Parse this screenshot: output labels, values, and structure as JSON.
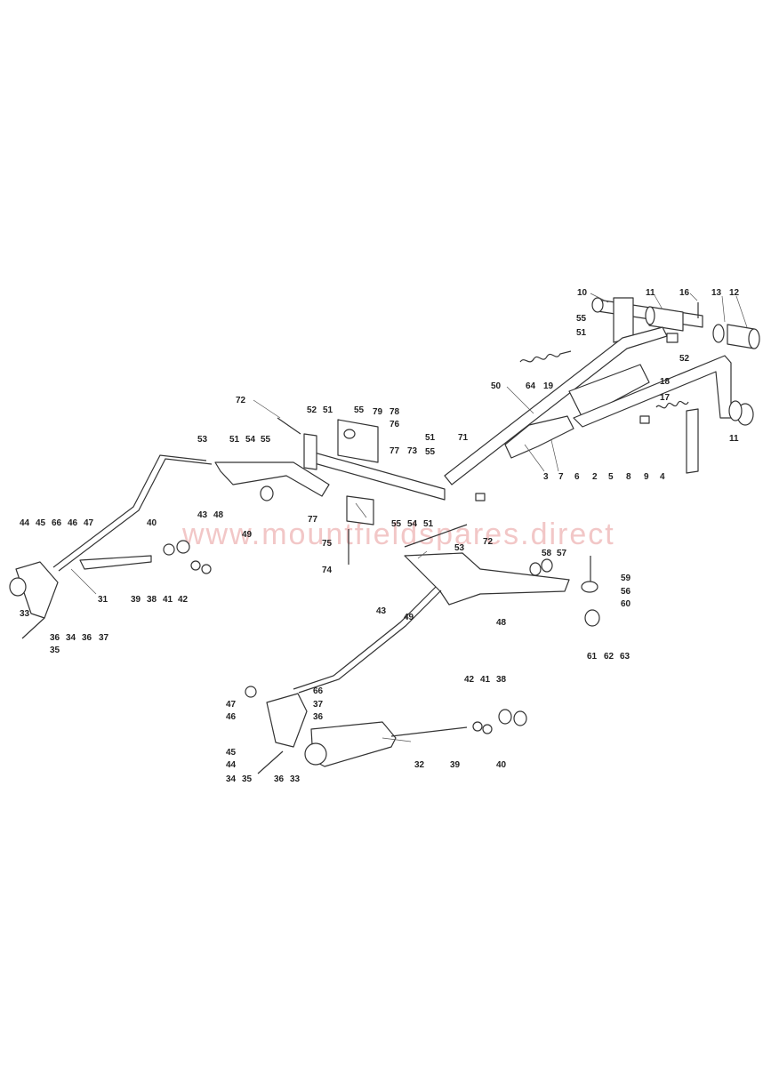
{
  "watermark": "www.mountfieldspares.direct",
  "labels": [
    "10",
    "11",
    "16",
    "13",
    "12",
    "55",
    "51",
    "52",
    "64",
    "19",
    "18",
    "17",
    "50",
    "3",
    "7",
    "6",
    "2",
    "5",
    "8",
    "9",
    "4",
    "11",
    "72",
    "52",
    "51",
    "55",
    "79",
    "78",
    "76",
    "77",
    "73",
    "51",
    "71",
    "55",
    "53",
    "51",
    "54",
    "55",
    "43",
    "48",
    "49",
    "77",
    "75",
    "74",
    "55",
    "54",
    "51",
    "72",
    "53",
    "58",
    "57",
    "59",
    "56",
    "60",
    "61",
    "62",
    "63",
    "43",
    "49",
    "48",
    "44",
    "45",
    "66",
    "46",
    "47",
    "40",
    "31",
    "33",
    "36",
    "34",
    "36",
    "37",
    "35",
    "39",
    "38",
    "41",
    "42",
    "66",
    "47",
    "46",
    "37",
    "36",
    "45",
    "44",
    "34",
    "35",
    "36",
    "33",
    "32",
    "42",
    "41",
    "38",
    "39",
    "40"
  ]
}
